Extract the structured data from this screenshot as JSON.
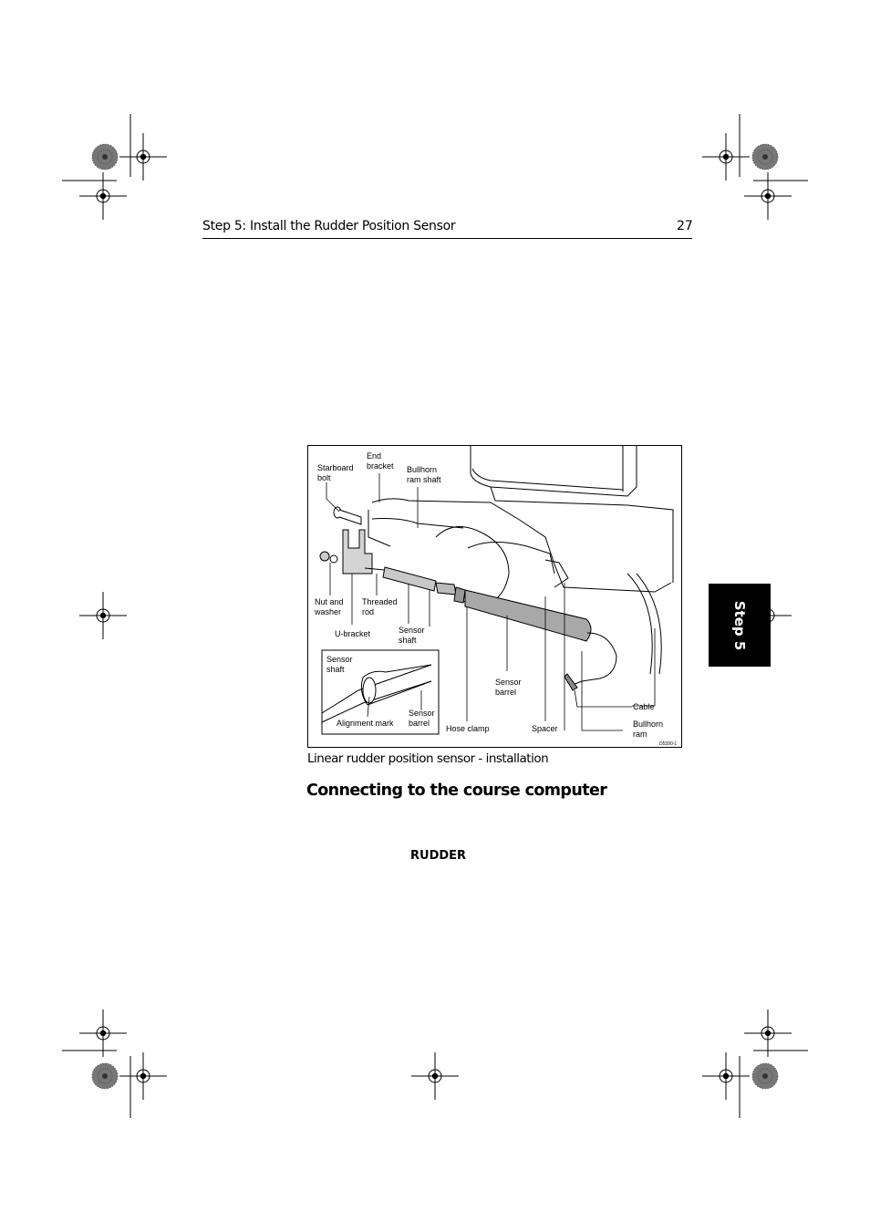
{
  "header": {
    "title": "Step 5: Install the Rudder Position Sensor",
    "page_number": "27"
  },
  "side_tab": {
    "label": "Step 5"
  },
  "figure": {
    "labels": {
      "starboard_bolt": [
        "Starboard",
        "bolt"
      ],
      "end_bracket": [
        "End",
        "bracket"
      ],
      "bullhorn_ram_shaft": [
        "Bullhorn",
        "ram shaft"
      ],
      "nut_and_washer": [
        "Nut and",
        "washer"
      ],
      "threaded_rod": [
        "Threaded",
        "rod"
      ],
      "u_bracket": "U-bracket",
      "sensor_shaft": [
        "Sensor",
        "shaft"
      ],
      "inset_sensor_shaft": [
        "Sensor",
        "shaft"
      ],
      "alignment_mark": "Alignment mark",
      "inset_sensor_barrel": [
        "Sensor",
        "barrel"
      ],
      "sensor_barrel": [
        "Sensor",
        "barrel"
      ],
      "hose_clamp": "Hose clamp",
      "spacer": "Spacer",
      "cable": "Cable",
      "bullhorn_ram": [
        "Bullhorn",
        "ram"
      ],
      "drawing_id": "D5390-1"
    },
    "caption": "Linear rudder position sensor - installation"
  },
  "section": {
    "title": "Connecting to the course computer"
  },
  "rudder_label": "RUDDER"
}
